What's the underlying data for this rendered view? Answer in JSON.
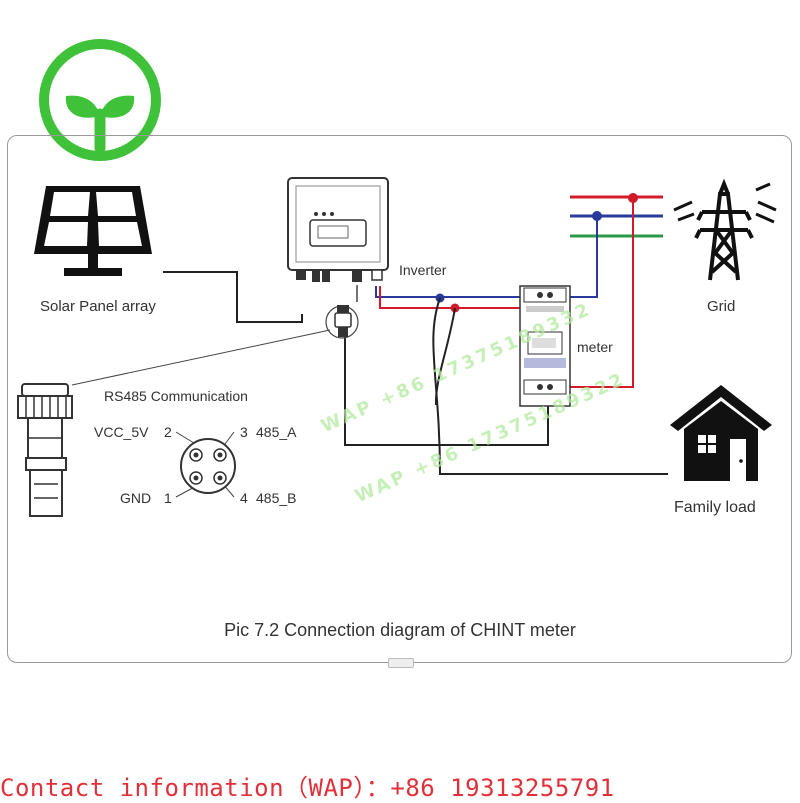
{
  "labels": {
    "solar_panel": "Solar Panel array",
    "inverter": "Inverter",
    "grid": "Grid",
    "meter": "meter",
    "family_load": "Family load",
    "rs485": "RS485 Communication"
  },
  "pins": {
    "pin2_name": "VCC_5V",
    "pin2_num": "2",
    "pin3_num": "3",
    "pin3_name": "485_A",
    "pin1_name": "GND",
    "pin1_num": "1",
    "pin4_num": "4",
    "pin4_name": "485_B"
  },
  "caption": "Pic 7.2 Connection diagram of CHINT meter",
  "watermarks": [
    "WAP +86 17375189332",
    "WAP +86 17375189322"
  ],
  "contact": "Contact information（WAP）：+86 19313255791",
  "colors": {
    "logo_green": "#3fc23a",
    "wire_red": "#d11b2a",
    "wire_blue": "#2a3a9a",
    "wire_green": "#2a9a4a",
    "contact_red": "#e0303a"
  }
}
